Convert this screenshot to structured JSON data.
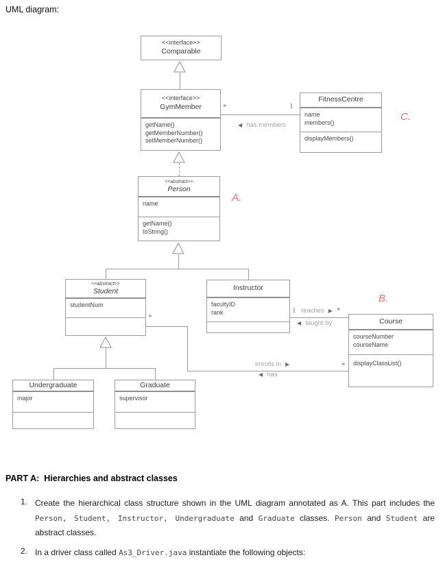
{
  "page": {
    "title": "UML diagram:"
  },
  "diagram": {
    "classes": {
      "comparable": {
        "stereotype": "<<interface>>",
        "name": "Comparable"
      },
      "gym_member": {
        "stereotype": "<<interface>>",
        "name": "GymMember",
        "methods": "getName()\ngetMemberNumber()\nsetMemberNumber()"
      },
      "fitness_centre": {
        "name": "FitnessCentre",
        "attributes": "name\nmembers()",
        "methods": "displayMembers()"
      },
      "person": {
        "stereotype": "<<abstract>>",
        "name": "Person",
        "attributes": "name",
        "methods": "getName()\ntoString()"
      },
      "student": {
        "stereotype": "<<abstract>>",
        "name": "Student",
        "attributes": "studentNum"
      },
      "instructor": {
        "name": "Instructor",
        "attributes": "facultyID\nrank"
      },
      "course": {
        "name": "Course",
        "attributes": "courseNumber\ncourseName",
        "methods": "displayClassList()"
      },
      "undergraduate": {
        "name": "Undergraduate",
        "attributes": "major"
      },
      "graduate": {
        "name": "Graduate",
        "attributes": "supervisor"
      }
    },
    "associations": {
      "has_members": {
        "label": "has members",
        "mult_gym": "*",
        "mult_centre": "1"
      },
      "teaches": {
        "label": "teaches",
        "mult_instructor": "1",
        "mult_course": "*"
      },
      "taught_by": {
        "label": "taught by"
      },
      "enrolls_in": {
        "label": "enrolls in",
        "mult_student": "*",
        "mult_course": "*"
      },
      "has": {
        "label": "has"
      }
    },
    "annotations": {
      "a": "A.",
      "b": "B.",
      "c": "C."
    },
    "icons": {
      "arrow_left": "◀",
      "arrow_right": "▶"
    },
    "colors": {
      "annotation": "#ee6f6f",
      "line": "#9b9b9b",
      "label_text": "#a3a3a3"
    }
  },
  "part_a": {
    "heading": "PART A:  Hierarchies and abstract classes",
    "items": [
      {
        "number": "1.",
        "segments": [
          {
            "t": "Create the hierarchical class structure shown in the UML diagram annotated as A. This part includes the ",
            "code": false
          },
          {
            "t": "Person, Student, Instructor, Undergraduate",
            "code": true
          },
          {
            "t": " and ",
            "code": false
          },
          {
            "t": "Graduate",
            "code": true
          },
          {
            "t": " classes. ",
            "code": false
          },
          {
            "t": "Person",
            "code": true
          },
          {
            "t": " and ",
            "code": false
          },
          {
            "t": "Student",
            "code": true
          },
          {
            "t": " are abstract classes.",
            "code": false
          }
        ]
      },
      {
        "number": "2.",
        "segments": [
          {
            "t": "In a driver class called ",
            "code": false
          },
          {
            "t": "As3_Driver.java",
            "code": true
          },
          {
            "t": " instantiate the following objects:",
            "code": false
          }
        ]
      }
    ]
  }
}
